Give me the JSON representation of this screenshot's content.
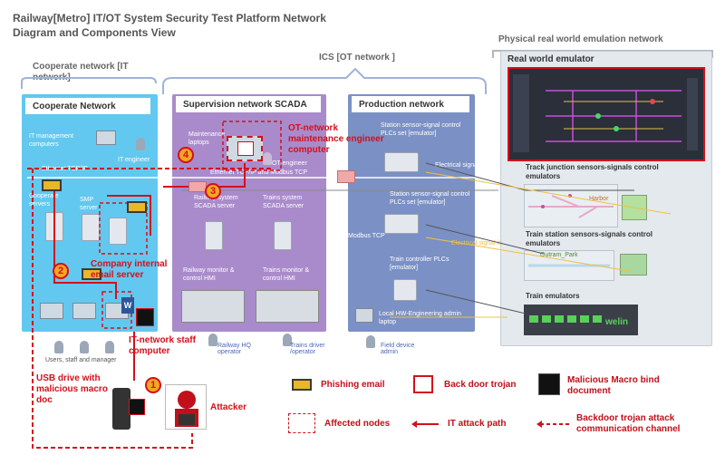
{
  "title": "Railway[Metro] IT/OT System Security Test Platform Network Diagram and Components View",
  "physical_label": "Physical real world emulation network",
  "ics_label": "ICS [OT network ]",
  "coop_outer_label": "Cooperate network [IT network]",
  "zones": {
    "cooperate": "Cooperate Network",
    "scada": "Supervision network  SCADA",
    "production": "Production network",
    "emulator": "Real world emulator"
  },
  "coop": {
    "it_mgmt": "IT management computers",
    "it_engineer": "IT engineer",
    "ethernet": "Ethernet TCP/IP",
    "coop_servers": "Cooperate servers",
    "smp_server": "SMP server",
    "users": "Users, staff and manager"
  },
  "scada": {
    "maint_laptops": "Maintenance laptops",
    "ot_engineer": "OT engineer",
    "ethernet_modbus": "Ethernet TCP/IP and Modbus TCP",
    "railway_server": "Railway system SCADA server",
    "trains_server": "Trains system SCADA server",
    "railway_hmi": "Railway monitor & control HMI",
    "trains_hmi": "Trains monitor & control HMI",
    "railway_operator": "Railway HQ operator",
    "trains_operator": "Trains driver /operator"
  },
  "production": {
    "station_sensor_1": "Station sensor-signal control PLCs set [emulator]",
    "station_sensor_2": "Station sensor-signal control PLCs set [emulator]",
    "train_ctrl": "Train controller PLCs [emulator]",
    "local_hw": "Local HW-Engineering admin laptop",
    "field_admin": "Field device admin",
    "electrical_out": "Electrical signal out",
    "electrical_in": "Electrical signal in",
    "modbus": "Modbus TCP"
  },
  "emulators": {
    "track_junction": "Track junction sensors-signals control emulators",
    "train_station": "Train station sensors-signals control emulators",
    "train_emulators": "Train emulators",
    "harbor": "Harbor",
    "outram": "Outram_Park",
    "welin": "welin"
  },
  "attack": {
    "ot_engineer_computer": "OT-network maintenance engineer computer",
    "email_server": "Company internal email server",
    "staff_computer": "IT-network staff computer",
    "usb": "USB drive with malicious macro doc",
    "attacker": "Attacker",
    "steps": [
      "1",
      "2",
      "3",
      "4"
    ]
  },
  "legend": {
    "phishing": "Phishing email",
    "trojan": "Back door trojan",
    "macro": "Malicious Macro bind document",
    "affected": "Affected nodes",
    "it_path": "IT attack path",
    "backdoor_channel": "Backdoor trojan attack communication channel"
  },
  "colors": {
    "cooperate_bg": "#62c8ef",
    "scada_bg": "#a98bcb",
    "production_bg": "#7b90c4",
    "emulator_bg": "#e4e9ee",
    "attack_red": "#d4101a",
    "mail_yellow": "#e8b72a",
    "bracket_blue": "#9fb4d6"
  }
}
